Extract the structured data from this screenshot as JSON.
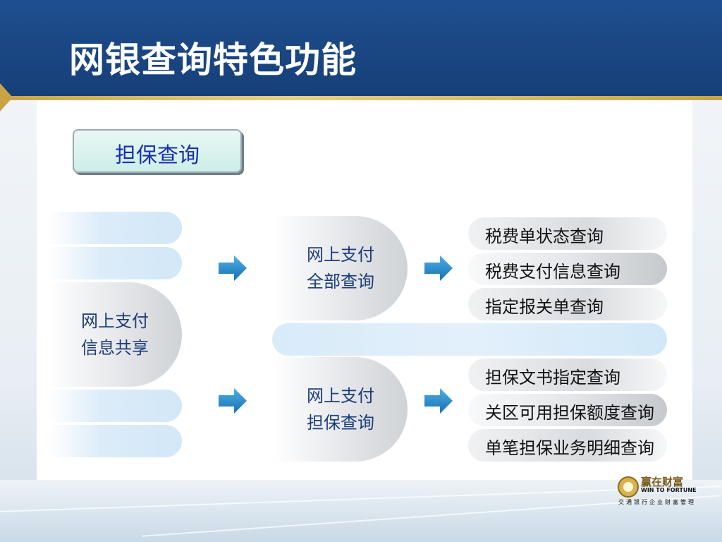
{
  "slide": {
    "title": "网银查询特色功能"
  },
  "tag": {
    "label": "担保查询"
  },
  "left_node": {
    "line1": "网上支付",
    "line2": "信息共享"
  },
  "branches": [
    {
      "line1": "网上支付",
      "line2": "全部查询",
      "items": [
        "税费单状态查询",
        "税费支付信息查询",
        "指定报关单查询"
      ]
    },
    {
      "line1": "网上支付",
      "line2": "担保查询",
      "items": [
        "担保文书指定查询",
        "关区可用担保额度查询",
        "单笔担保业务明细查询"
      ]
    }
  ],
  "logo": {
    "cn": "赢在财富",
    "en": "WIN TO FORTUNE",
    "sub": "交通银行企业财富管理"
  },
  "colors": {
    "header": "#1f4f8f",
    "gold": "#c8a447",
    "arrow": "#1f86c8",
    "node_text": "#1c3d7a",
    "tag_text": "#1a2fb0"
  }
}
